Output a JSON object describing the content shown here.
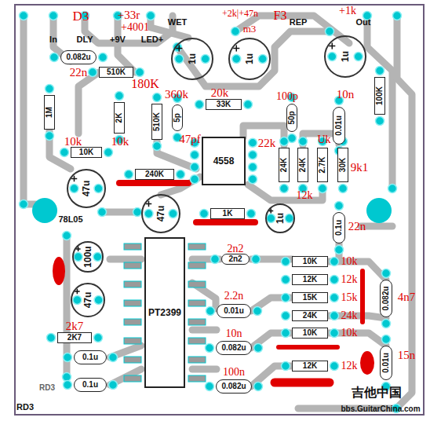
{
  "diagram": {
    "nodes": [
      {
        "text": [
          "0.082u"
        ]
      },
      {
        "text": [
          "510K"
        ]
      },
      {
        "text": [
          "1M"
        ]
      },
      {
        "text": [
          "2K"
        ]
      },
      {
        "text": [
          "510K"
        ]
      },
      {
        "text": [
          "5p"
        ]
      },
      {
        "text": [
          "1u"
        ]
      },
      {
        "text": [
          "1u"
        ]
      },
      {
        "text": [
          "1u"
        ]
      },
      {
        "text": [
          "33K"
        ]
      },
      {
        "text": [
          "50p"
        ]
      },
      {
        "text": [
          "0.01u"
        ]
      },
      {
        "text": [
          "100K"
        ]
      },
      {
        "text": [
          "10K"
        ]
      },
      {
        "text": [
          "4558"
        ]
      },
      {
        "text": [
          "24K"
        ]
      },
      {
        "text": [
          "24K"
        ]
      },
      {
        "text": [
          "2.7K"
        ]
      },
      {
        "text": [
          "30K"
        ]
      },
      {
        "text": [
          "47u"
        ]
      },
      {
        "text": [
          "240K"
        ]
      },
      {
        "text": [
          "47u"
        ]
      },
      {
        "text": [
          "1K"
        ]
      },
      {
        "text": [
          "1u"
        ]
      },
      {
        "text": [
          "0.1u"
        ]
      },
      {
        "text": [
          "100u"
        ]
      },
      {
        "text": [
          "47u"
        ]
      },
      {
        "text": [
          "PT2399"
        ]
      },
      {
        "text": [
          "2n2"
        ]
      },
      {
        "text": [
          "10K"
        ]
      },
      {
        "text": [
          "12K"
        ]
      },
      {
        "text": [
          "15K"
        ]
      },
      {
        "text": [
          "24K"
        ]
      },
      {
        "text": [
          "10K"
        ]
      },
      {
        "text": [
          "12K"
        ]
      },
      {
        "text": [
          "0.082u"
        ]
      },
      {
        "text": [
          "0.01u"
        ]
      },
      {
        "text": [
          "2K7"
        ]
      },
      {
        "text": [
          "0.1u"
        ]
      },
      {
        "text": [
          "0.1u"
        ]
      },
      {
        "text": [
          "0.01u"
        ]
      },
      {
        "text": [
          "0.082u"
        ]
      },
      {
        "text": [
          "0.082u"
        ]
      }
    ],
    "labels": [
      "In",
      "DLY",
      "+9V",
      "LED+",
      "WET",
      "REP",
      "Out",
      "78L05",
      "RD3",
      "RD3",
      "吉他中国",
      "bbs.GuitarChina.com",
      "D3",
      "+33r",
      "+4001",
      "+2k|+47n",
      "m3",
      "F3",
      "+1k",
      "22n",
      "180K",
      "360k",
      "10k",
      "47pf",
      "20k",
      "100p",
      "10n",
      "10k",
      "22k",
      "Uk",
      "12k",
      "9k1",
      "22n",
      "2n2",
      "10k",
      "12k",
      "15k",
      "24k",
      "10k",
      "12k",
      "4n7",
      "15n",
      "2k7",
      "2.2n",
      "10n",
      "100n"
    ]
  }
}
